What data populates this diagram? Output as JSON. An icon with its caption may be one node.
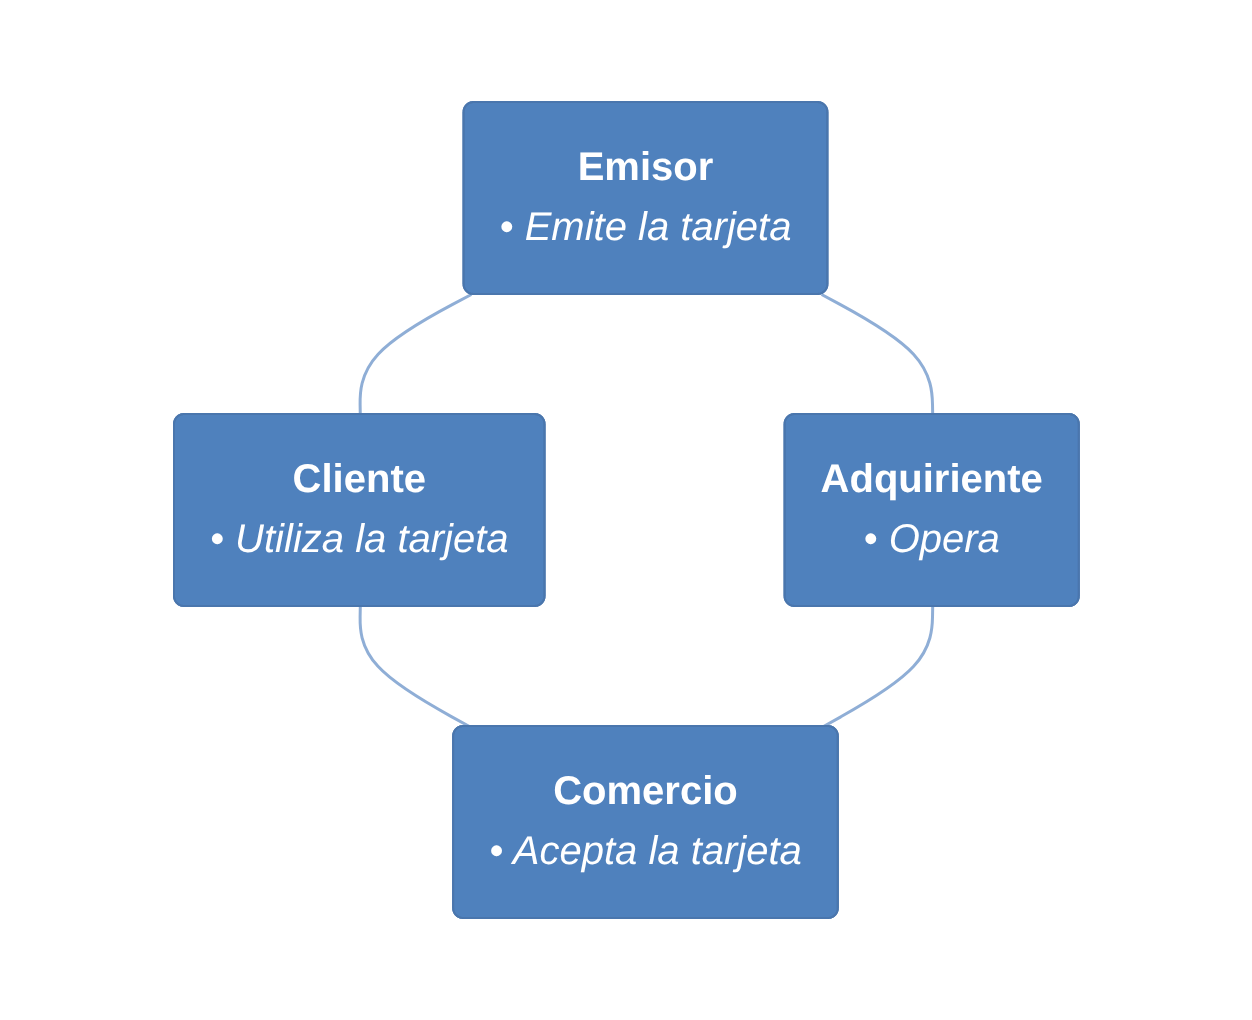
{
  "diagram": {
    "nodes": [
      {
        "text": [
          "Emisor",
          "• Emite la tarjeta"
        ]
      },
      {
        "text": [
          "Adquiriente",
          "• Opera"
        ]
      },
      {
        "text": [
          "Cliente",
          "• Utiliza la tarjeta"
        ]
      },
      {
        "text": [
          "Comercio",
          "• Acepta la tarjeta"
        ]
      }
    ],
    "edges": [
      {
        "from": 0,
        "to": 2,
        "arrow": "none"
      },
      {
        "from": 2,
        "to": 3,
        "arrow": "none"
      },
      {
        "from": 1,
        "to": 3,
        "arrow": "none"
      },
      {
        "from": 0,
        "to": 1,
        "arrow": "none"
      }
    ]
  }
}
